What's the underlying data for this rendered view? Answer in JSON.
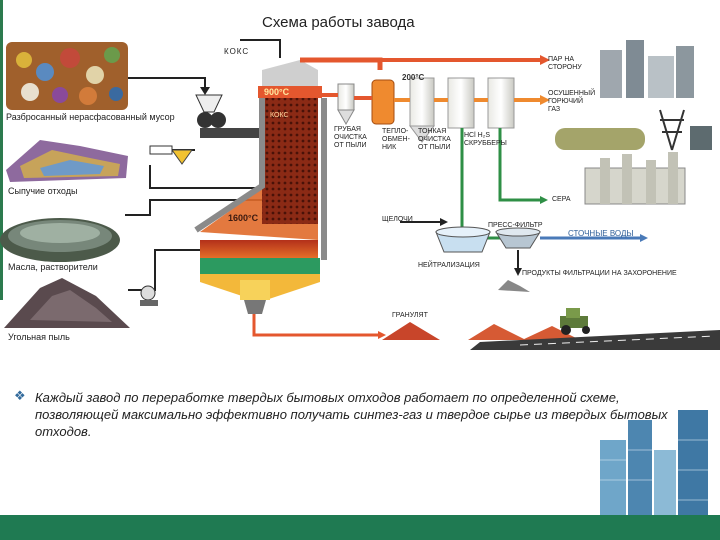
{
  "title": "Схема работы завода",
  "sources": [
    "Разбросанный нерасфасованный мусор",
    "Сыпучие отходы",
    "Масла, растворители",
    "Угольная пыль"
  ],
  "labels": {
    "koks_top": "КОКС",
    "t900": "900°C",
    "koks_inside": "КОКС",
    "t1600": "1600°C",
    "t200": "200°C",
    "coarse_clean": "ГРУБАЯ ОЧИСТКА ОТ ПЫЛИ",
    "heat_exchanger": "ТЕПЛО- ОБМЕН- НИК",
    "fine_clean": "ТОНКАЯ ОЧИСТКА ОТ ПЫЛИ",
    "scrubbers": "HCl  H₂S СКРУББЕРЫ",
    "steam": "ПАР НА СТОРОНУ",
    "dried_gas": "ОСУШЕННЫЙ ГОРЮЧИЙ ГАЗ",
    "sulfur": "СЕРА",
    "alkali": "ЩЕЛОЧИ",
    "neutralization": "НЕЙТРАЛИЗАЦИЯ",
    "filter_press": "ПРЕСС-ФИЛЬТР",
    "waste_water": "СТОЧНЫЕ ВОДЫ",
    "filter_products": "ПРОДУКТЫ ФИЛЬТРАЦИИ НА ЗАХОРОНЕНИЕ",
    "granulate": "ГРАНУЛЯТ"
  },
  "caption": "Каждый завод по переработке твердых бытовых отходов работает по определенной схеме, позволяющей максимально эффективно получать синтез-газ и твердое сырье из твердых бытовых отходов.",
  "icons": {
    "bullet": "diamond-bullet-icon"
  },
  "colors": {
    "pipe_red": "#e4572e",
    "pipe_green": "#2f8f46",
    "pipe_orange": "#ef8a2f",
    "furnace_brown": "#9a3417",
    "furnace_gray": "#bdbdbd",
    "accent_green": "#1f7a52",
    "bullet_blue": "#336b9c"
  }
}
